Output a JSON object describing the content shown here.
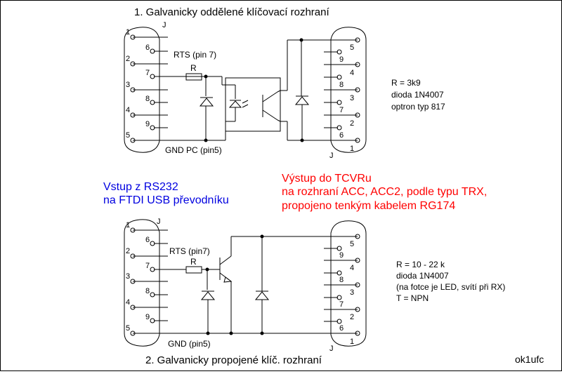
{
  "top": {
    "title": "1. Galvanicky oddělené klíčovací rozhraní",
    "left_connector_label": "J",
    "right_connector_label": "J",
    "left_pins": [
      "1",
      "2",
      "3",
      "4",
      "5",
      "6",
      "7",
      "8",
      "9"
    ],
    "right_pins": [
      "5",
      "9",
      "4",
      "8",
      "3",
      "7",
      "2",
      "6",
      "1"
    ],
    "rts_label": "RTS (pin 7)",
    "resistor_label": "R",
    "gnd_label": "GND PC (pin5)",
    "specs": [
      "R = 3k9",
      "dioda 1N4007",
      "optron typ 817"
    ]
  },
  "bottom": {
    "title": "2. Galvanicky propojené klíč. rozhraní",
    "left_connector_label": "J",
    "right_connector_label": "J",
    "rts_label": "RTS (pin7)",
    "resistor_label": "R",
    "gnd_label": "GND (pin5)",
    "specs": [
      "R = 10 - 22 k",
      "dioda 1N4007",
      "(na fotce je LED, svítí při RX)",
      "T = NPN"
    ]
  },
  "notes": {
    "input_lines": [
      "Vstup z RS232",
      "na FTDI USB převodníku"
    ],
    "output_lines": [
      "Výstup do TCVRu",
      "na rozhraní ACC, ACC2, podle typu TRX,",
      "propojeno tenkým kabelem RG174"
    ],
    "author": "ok1ufc"
  },
  "colors": {
    "input_note": "#0000e0",
    "output_note": "#ff0000",
    "line": "#000000"
  }
}
